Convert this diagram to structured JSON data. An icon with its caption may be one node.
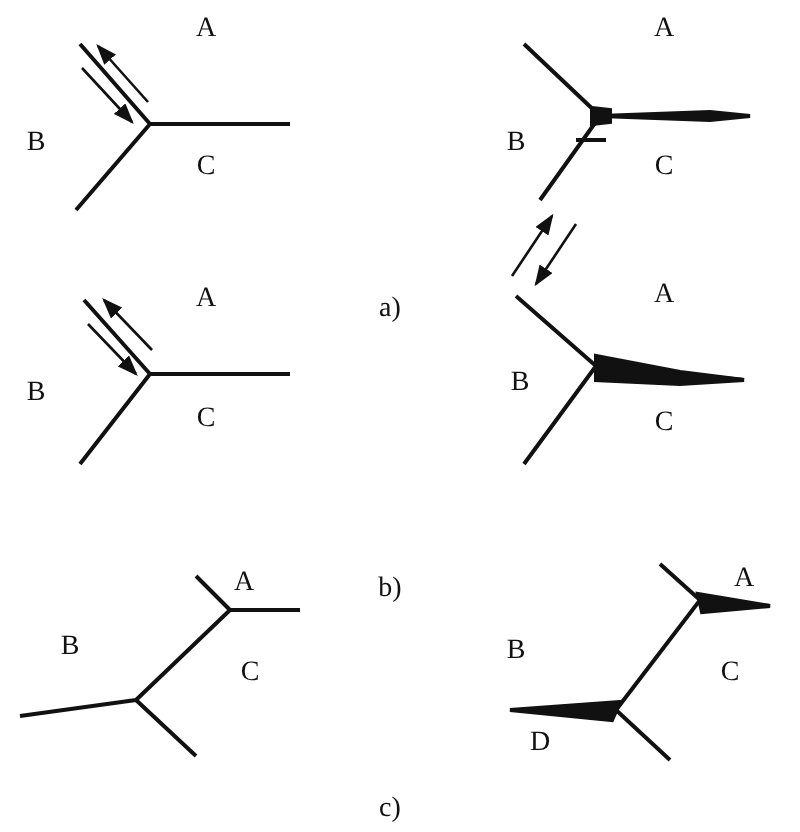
{
  "diagram": {
    "labels": [
      "A",
      "B",
      "C",
      "A",
      "B",
      "C",
      "a)",
      "A",
      "B",
      "C",
      "A",
      "B",
      "C",
      "b)",
      "A",
      "B",
      "C",
      "A",
      "B",
      "C",
      "D",
      "c)"
    ]
  }
}
